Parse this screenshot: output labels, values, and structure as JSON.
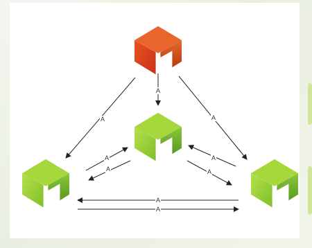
{
  "colors": {
    "background": "#eef2e6",
    "card": "#ffffff",
    "arrow": "#222222",
    "node_primary": "#d9481a",
    "node_secondary": "#8cc63f",
    "accent_decoration": "#cfe69a"
  },
  "nodes": [
    {
      "id": "top",
      "role": "primary",
      "icon": "neo-cube-orange"
    },
    {
      "id": "center",
      "role": "secondary",
      "icon": "neo-cube-green"
    },
    {
      "id": "left",
      "role": "secondary",
      "icon": "neo-cube-green"
    },
    {
      "id": "right",
      "role": "secondary",
      "icon": "neo-cube-green"
    }
  ],
  "edges": [
    {
      "from": "top",
      "to": "left",
      "label": "A"
    },
    {
      "from": "top",
      "to": "center",
      "label": "A"
    },
    {
      "from": "top",
      "to": "right",
      "label": "A"
    },
    {
      "from": "left",
      "to": "center",
      "label": "A"
    },
    {
      "from": "center",
      "to": "left",
      "label": "A"
    },
    {
      "from": "right",
      "to": "center",
      "label": "A"
    },
    {
      "from": "center",
      "to": "right",
      "label": "A"
    },
    {
      "from": "right",
      "to": "left",
      "label": "A"
    },
    {
      "from": "left",
      "to": "right",
      "label": "A"
    }
  ]
}
